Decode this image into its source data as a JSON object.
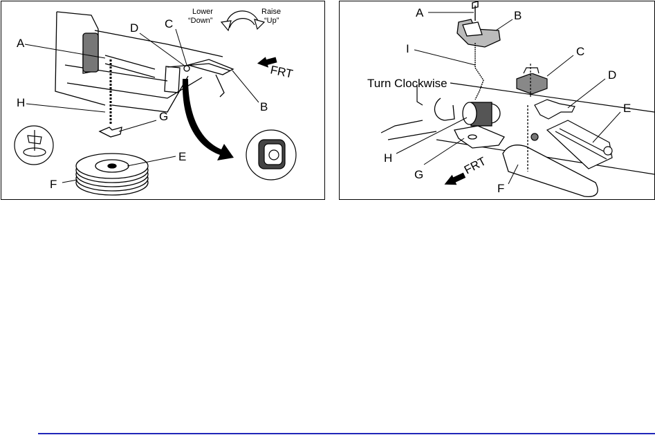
{
  "left_panel": {
    "labels": {
      "a": "A",
      "b": "B",
      "c": "C",
      "d": "D",
      "e": "E",
      "f": "F",
      "g": "G",
      "h": "H"
    },
    "lower_line1": "Lower",
    "lower_line2": "“Down”",
    "raise_line1": "Raise",
    "raise_line2": "“Up”",
    "frt": "FRT"
  },
  "right_panel": {
    "labels": {
      "a": "A",
      "b": "B",
      "c": "C",
      "d": "D",
      "e": "E",
      "f": "F",
      "g": "G",
      "h": "H",
      "i": "I"
    },
    "turn_clockwise": "Turn Clockwise",
    "frt": "FRT"
  },
  "colors": {
    "footer_rule": "#1f24b8"
  }
}
